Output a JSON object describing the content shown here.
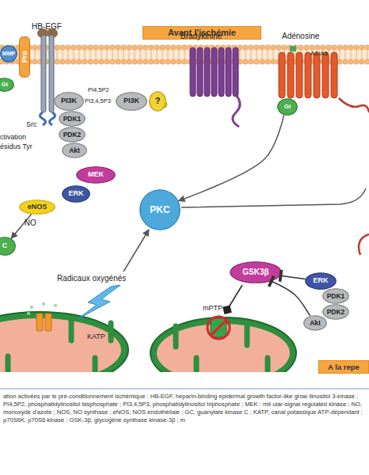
{
  "diagram": {
    "caption": "ation activées par le pré-conditionnement ischémique : HB-EGF, heparin-binding epidermal growth factor-like grow ilinositol 3-kinase ; PI4,5P2, phosphatidylinositol bisphosphate ; PI3,4,5P3, phosphatidylinositol triphosphate ; MEK : mit ular-signal regulated kinase ; NO, monoxyde d'azote ; NOS, NO synthase ; eNOS, NOS endothéliale ; GC, guanylate kinase C ; KATP, canal potassique ATP-dépendant ; p70S6K, p70S6 kinase ; GSK-3β, glycogène synthase kinase-3β ; m",
    "nodes": [
      {
        "text": [
          "Avant l'ischémie"
        ]
      },
      {
        "text": [
          "MMP"
        ]
      },
      {
        "text": [
          "Pro"
        ]
      },
      {
        "text": [
          "Gi"
        ]
      },
      {
        "text": [
          "PI3K"
        ]
      },
      {
        "text": [
          "PI3K"
        ]
      },
      {
        "text": [
          "?"
        ]
      },
      {
        "text": [
          "PDK1"
        ]
      },
      {
        "text": [
          "PDK2"
        ]
      },
      {
        "text": [
          "Akt"
        ]
      },
      {
        "text": [
          "MEK"
        ]
      },
      {
        "text": [
          "Gi"
        ]
      },
      {
        "text": [
          "ERK"
        ]
      },
      {
        "text": [
          "eNOS"
        ]
      },
      {
        "text": [
          "C"
        ]
      },
      {
        "text": [
          "PKC"
        ]
      },
      {
        "text": [
          "GSK3β"
        ]
      },
      {
        "text": [
          "ERK"
        ]
      },
      {
        "text": [
          "PDK1"
        ]
      },
      {
        "text": [
          "PDK2"
        ]
      },
      {
        "text": [
          "Akt"
        ]
      },
      {
        "text": [
          "A la repe"
        ]
      }
    ],
    "edges": [
      {
        "from": 11,
        "to": 15,
        "arrow": "to"
      },
      {
        "from": 17,
        "to": 16,
        "arrow": "to"
      },
      {
        "from": 20,
        "to": 16,
        "arrow": "to"
      },
      {
        "from": 13,
        "to": 14,
        "label": "NO",
        "arrow": "to"
      }
    ],
    "labels": [
      "HB-EGF",
      "Src",
      "ctivation",
      "ésidus Tyr",
      "PI4,5P2",
      "PI3,4,5P3",
      "Bradykinine",
      "Adénosine",
      "A1/A3",
      "Radicaux oxygénés",
      "KATP",
      "mPTP"
    ]
  }
}
